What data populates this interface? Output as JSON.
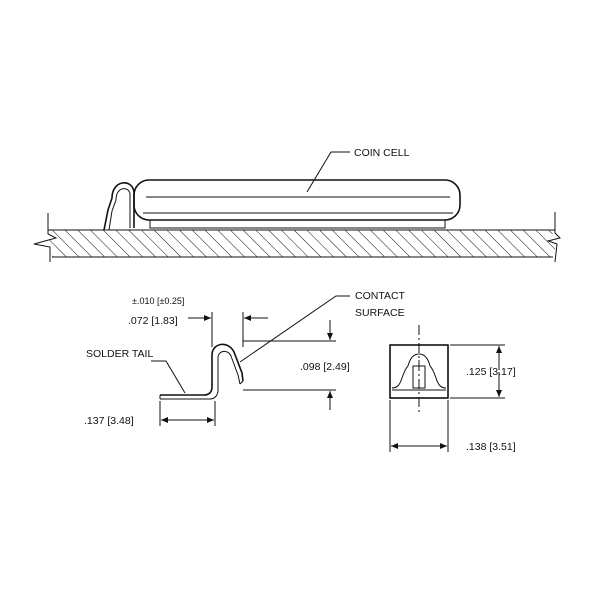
{
  "labels": {
    "coin_cell": "COIN CELL",
    "contact_surface_line1": "CONTACT",
    "contact_surface_line2": "SURFACE",
    "solder_tail": "SOLDER TAIL"
  },
  "dimensions": {
    "tolerance": "±.010 [±0.25]",
    "contact_gap": ".072 [1.83]",
    "height": ".098 [2.49]",
    "tail_length": ".137 [3.48]",
    "front_height": ".125 [3.17]",
    "front_width": ".138 [3.51]"
  },
  "colors": {
    "line": "#111111",
    "background": "#ffffff"
  }
}
